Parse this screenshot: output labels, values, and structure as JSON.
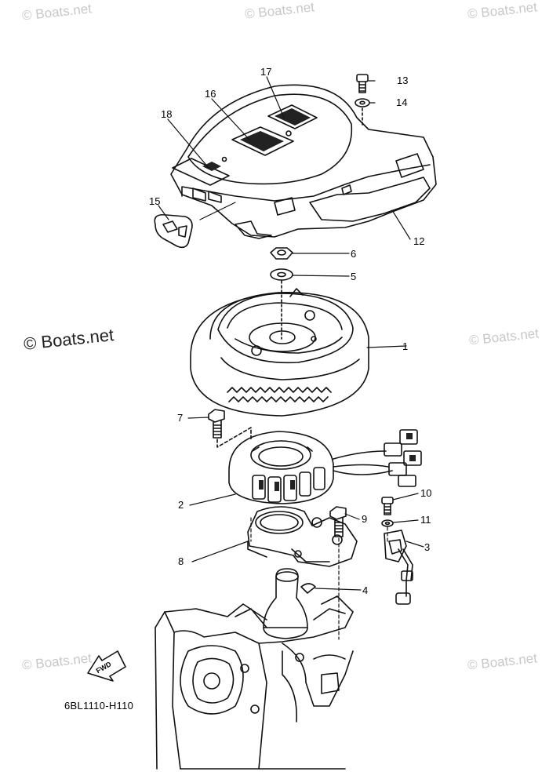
{
  "watermarks": {
    "text": "© Boats.net",
    "main": "© Boats.net"
  },
  "diagram_code": "6BL1110-H110",
  "fwd_label": "FWD",
  "callouts": [
    "1",
    "2",
    "3",
    "4",
    "5",
    "6",
    "7",
    "8",
    "9",
    "10",
    "11",
    "12",
    "13",
    "14",
    "15",
    "16",
    "17",
    "18"
  ]
}
